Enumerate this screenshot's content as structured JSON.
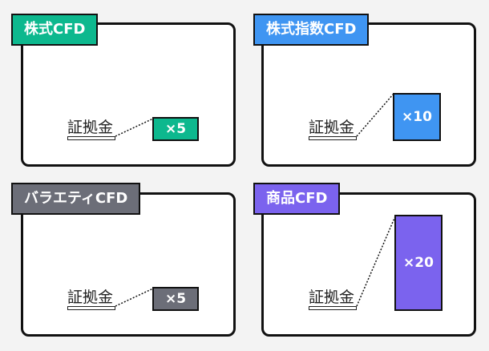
{
  "margin_label": "証拠金",
  "panels": [
    {
      "tag": "株式CFD",
      "leverage": "×5",
      "color": "#0db88e"
    },
    {
      "tag": "株式指数CFD",
      "leverage": "×10",
      "color": "#3f95f2"
    },
    {
      "tag": "バラエティCFD",
      "leverage": "×5",
      "color": "#6c6e78"
    },
    {
      "tag": "商品CFD",
      "leverage": "×20",
      "color": "#7b63ee"
    }
  ]
}
